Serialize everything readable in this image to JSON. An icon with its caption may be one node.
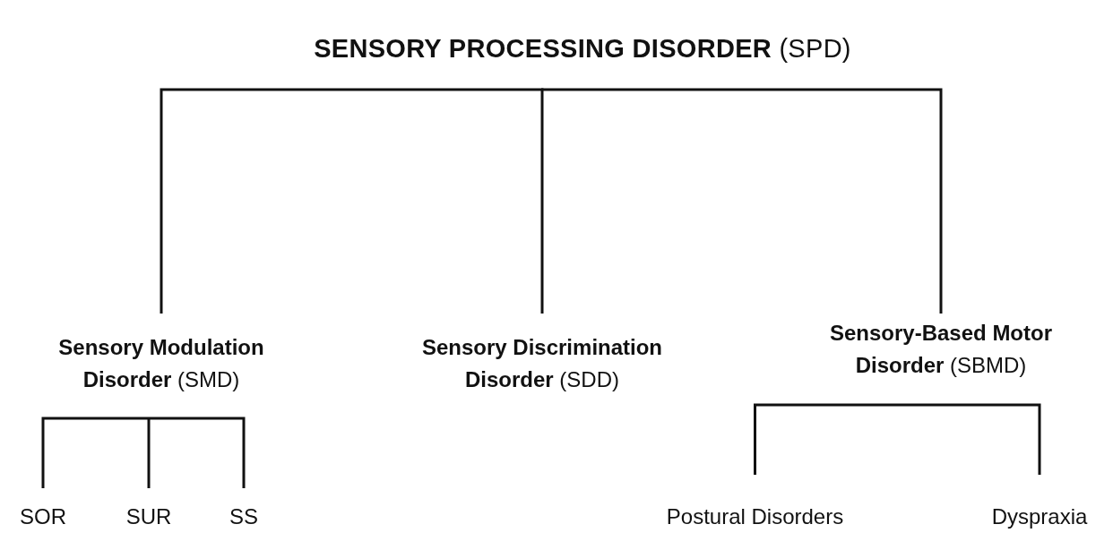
{
  "diagram": {
    "nodes": [
      {
        "text": [
          "**SENSORY PROCESSING DISORDER** (SPD)"
        ]
      },
      {
        "text": [
          "**Sensory Modulation Disorder** (SMD)"
        ]
      },
      {
        "text": [
          "**Sensory Discrimination Disorder** (SDD)"
        ]
      },
      {
        "text": [
          "**Sensory-Based Motor Disorder** (SBMD)"
        ]
      },
      {
        "text": [
          "SOR"
        ]
      },
      {
        "text": [
          "SUR"
        ]
      },
      {
        "text": [
          "SS"
        ]
      },
      {
        "text": [
          "Postural Disorders"
        ]
      },
      {
        "text": [
          "Dyspraxia"
        ]
      }
    ],
    "edges": [
      {
        "from": 0,
        "to": 1,
        "arrow": "none"
      },
      {
        "from": 0,
        "to": 2,
        "arrow": "none"
      },
      {
        "from": 0,
        "to": 3,
        "arrow": "none"
      },
      {
        "from": 1,
        "to": 4,
        "arrow": "none"
      },
      {
        "from": 1,
        "to": 5,
        "arrow": "none"
      },
      {
        "from": 1,
        "to": 6,
        "arrow": "none"
      },
      {
        "from": 3,
        "to": 7,
        "arrow": "none"
      },
      {
        "from": 3,
        "to": 8,
        "arrow": "none"
      }
    ]
  }
}
